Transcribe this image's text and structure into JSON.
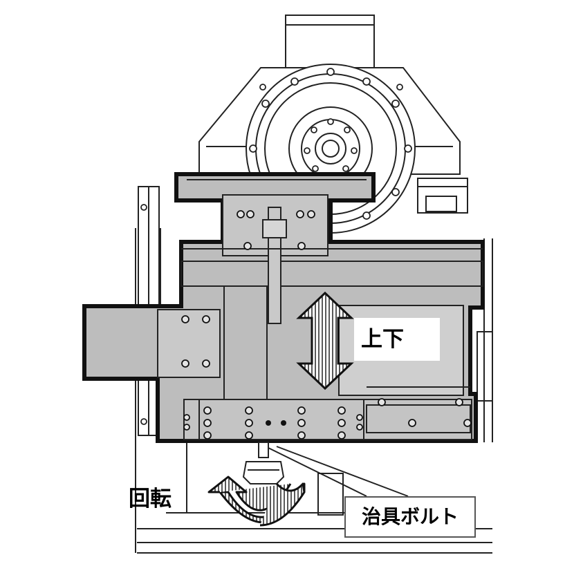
{
  "labels": {
    "up_down": "上下",
    "rotation": "回転",
    "jig_bolt": "治具ボルト"
  },
  "colors": {
    "line": "#1a1a1a",
    "housing_fill": "#bdbdbd",
    "background": "#ffffff"
  }
}
